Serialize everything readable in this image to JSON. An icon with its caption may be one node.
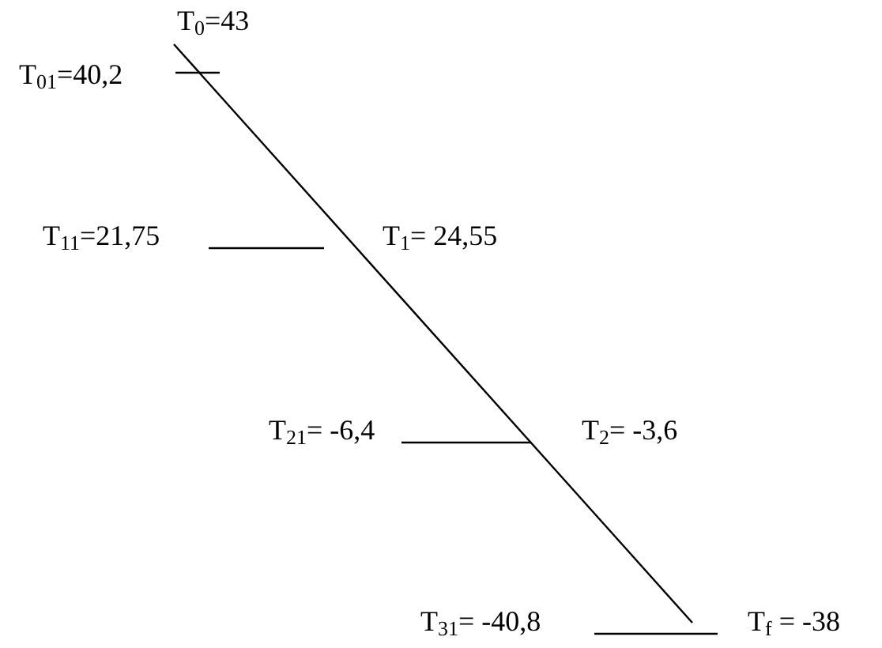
{
  "diagram": {
    "labels": [
      "T$_{0}$=43",
      "T$_{01}$=40,2",
      "T$_{11}$=21,75",
      "T$_{1}$= 24,55",
      "T$_{21}$= -6,4",
      "T$_{2}$= -3,6",
      "T$_{31}$= -40,8",
      "T$_{f}$ = -38"
    ]
  }
}
